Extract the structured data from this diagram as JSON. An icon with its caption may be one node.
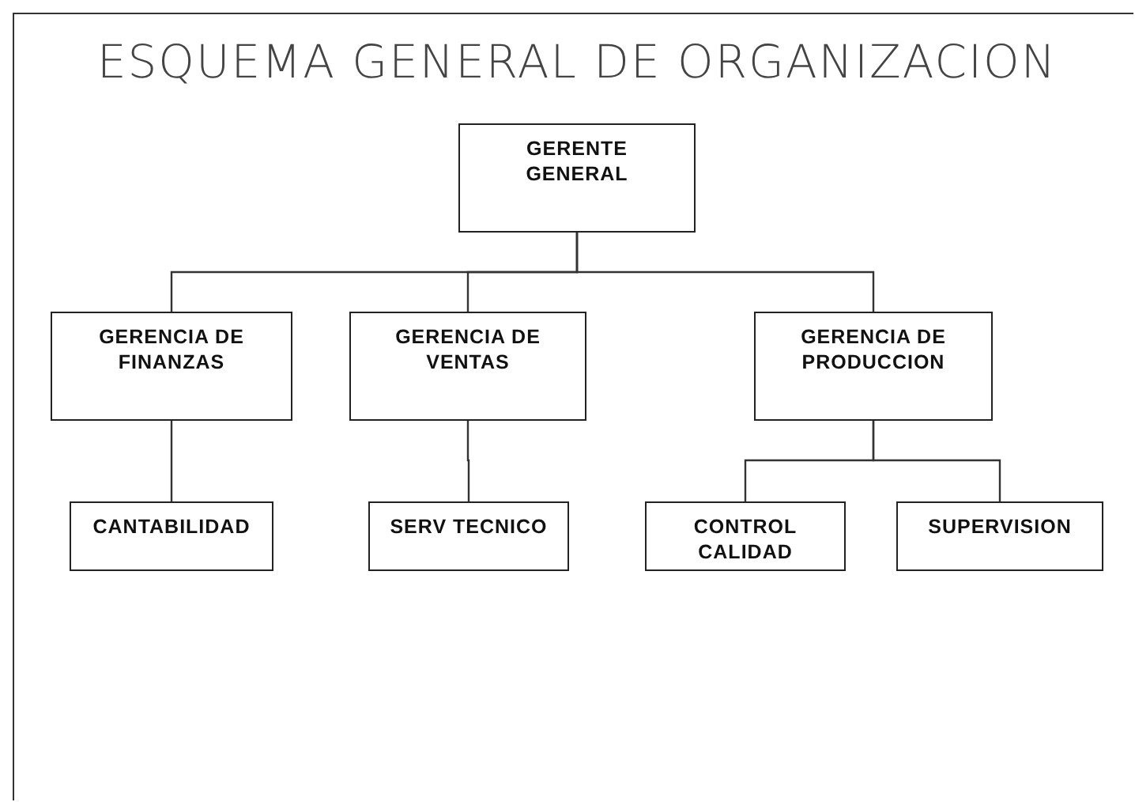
{
  "diagram": {
    "title": "ESQUEMA GENERAL DE ORGANIZACION",
    "nodes": [
      {
        "text": [
          "GERENTE GENERAL"
        ]
      },
      {
        "text": [
          "GERENCIA DE FINANZAS"
        ]
      },
      {
        "text": [
          "GERENCIA DE VENTAS"
        ]
      },
      {
        "text": [
          "GERENCIA DE PRODUCCION"
        ]
      },
      {
        "text": [
          "CANTABILIDAD"
        ]
      },
      {
        "text": [
          "SERV TECNICO"
        ]
      },
      {
        "text": [
          "CONTROL CALIDAD"
        ]
      },
      {
        "text": [
          "SUPERVISION"
        ]
      }
    ],
    "edges": [
      {
        "from": 0,
        "to": 1,
        "arrow": "none"
      },
      {
        "from": 0,
        "to": 2,
        "arrow": "none"
      },
      {
        "from": 0,
        "to": 3,
        "arrow": "none"
      },
      {
        "from": 1,
        "to": 4,
        "arrow": "none"
      },
      {
        "from": 2,
        "to": 5,
        "arrow": "none"
      },
      {
        "from": 3,
        "to": 6,
        "arrow": "none"
      },
      {
        "from": 3,
        "to": 7,
        "arrow": "none"
      }
    ]
  }
}
